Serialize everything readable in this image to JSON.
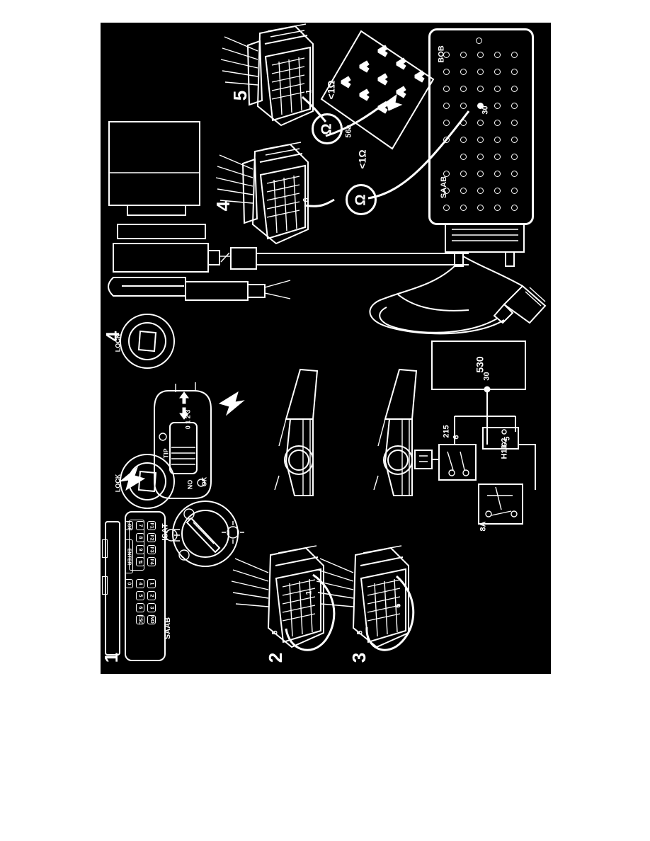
{
  "figure": {
    "kind": "automotive-wiring-service-diagram",
    "brand": "SAAB",
    "orientation_note": "page content rotated 90 degrees (labels read bottom-to-top)",
    "background_color": "#000000",
    "line_color": "#ffffff",
    "page_color": "#ffffff"
  },
  "steps": [
    {
      "number": "1",
      "name": "isat-tester-step"
    },
    {
      "number": "2",
      "name": "connector-jumper-5-to-1-step"
    },
    {
      "number": "3",
      "name": "connector-jumper-5-to-6-step"
    },
    {
      "number": "4",
      "name": "ignition-lock-and-connector-4-step"
    },
    {
      "number": "5",
      "name": "connector-5-breakout-box-step"
    }
  ],
  "breakout_box": {
    "label_top": "BOB",
    "label_bottom": "SAAB",
    "highlighted_pin": "30",
    "rows": 10,
    "cols": 5
  },
  "fuse_panel": {
    "terminal_label": "56a",
    "fuse_count": 9
  },
  "measurements": [
    {
      "id": "meter-top",
      "symbol": "Ω",
      "value": "<1Ω",
      "from_pin": "1",
      "to": "56a"
    },
    {
      "id": "meter-bottom",
      "symbol": "Ω",
      "value": "<1Ω",
      "from_pin": "6",
      "to": "30"
    }
  ],
  "connectors": [
    {
      "id": "connector-5-top",
      "step": "5",
      "pin": "1"
    },
    {
      "id": "connector-4",
      "step": "4",
      "pin": "6"
    },
    {
      "id": "connector-step2",
      "step": "2",
      "pins": [
        "5",
        "1"
      ]
    },
    {
      "id": "connector-step3",
      "step": "3",
      "pins": [
        "5",
        "6"
      ]
    }
  ],
  "ignition_locks": [
    {
      "id": "ignition-lock-upper",
      "label": "LOCK"
    },
    {
      "id": "ignition-lock-lower",
      "label": "LOCK"
    }
  ],
  "light_switch": {
    "name": "rotary-light-switch",
    "positions": [
      "parking-light",
      "headlight",
      "off",
      "instrument-light"
    ]
  },
  "window_switch": {
    "name": "headlight-levelling-switch",
    "markings": [
      "TIP",
      "NO",
      "OK"
    ]
  },
  "headlamps": [
    {
      "id": "headlamp-left",
      "beam": "shown"
    },
    {
      "id": "headlamp-right",
      "beam": "shown"
    }
  ],
  "circuit": {
    "module_label": "530",
    "module_pin": "30",
    "relay_label": "H10-2",
    "relay_pin": "5",
    "switch_label": "215",
    "switch_pin": "6",
    "fuse_label": "8A"
  },
  "isat": {
    "brand": "SAAB",
    "model": "ISAT",
    "keys": [
      [
        "F1",
        "F2",
        "F3",
        "F4"
      ],
      [
        "7",
        "8",
        "9",
        "⇅"
      ],
      [
        "4",
        "5",
        "6",
        "ESC"
      ],
      [
        "1",
        "2",
        "3",
        "NO"
      ],
      [
        "LOF",
        "0",
        "ENTER",
        ""
      ]
    ],
    "enter_label": "ENTER",
    "display": "blank-lcd"
  }
}
